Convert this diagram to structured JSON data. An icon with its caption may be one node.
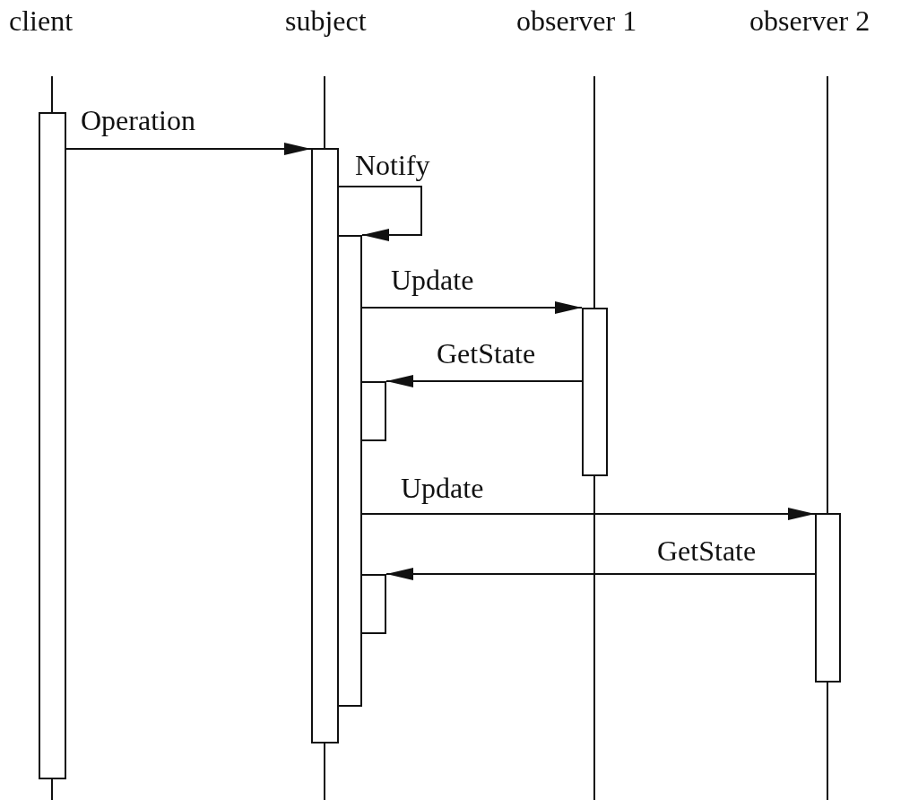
{
  "diagram": {
    "nodes": [
      {
        "text": [],
        "shape": "bar"
      },
      {
        "text": [],
        "shape": "bar"
      },
      {
        "text": [],
        "shape": "bar"
      },
      {
        "text": [],
        "shape": "bar"
      },
      {
        "text": [],
        "shape": "bar"
      },
      {
        "text": [],
        "shape": "bar"
      },
      {
        "text": [],
        "shape": "bar"
      }
    ],
    "edges": [
      {
        "from": 0,
        "to": 1,
        "arrow": "to",
        "label": "Operation"
      },
      {
        "from": 1,
        "to": 2,
        "arrow": "to",
        "label": "Notify"
      },
      {
        "from": 2,
        "to": 3,
        "arrow": "to",
        "label": "Update"
      },
      {
        "from": 3,
        "to": 4,
        "arrow": "to",
        "label": "GetState"
      },
      {
        "from": 2,
        "to": 5,
        "arrow": "to",
        "label": "Update"
      },
      {
        "from": 5,
        "to": 6,
        "arrow": "to",
        "label": "GetState"
      }
    ],
    "labels": [
      "client",
      "subject",
      "observer 1",
      "observer 2"
    ]
  }
}
